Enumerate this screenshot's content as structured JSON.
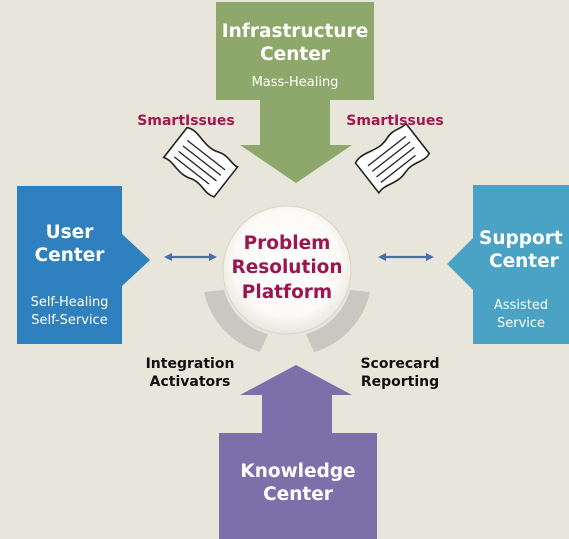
{
  "colors": {
    "background": "#e8e5db",
    "infrastructure": "#8da86a",
    "user": "#2f80be",
    "support": "#4aa2c4",
    "knowledge": "#7c70aa",
    "center_text": "#9b1650",
    "smartissues_text": "#a3174f",
    "connector_arrow": "#4a6fa6"
  },
  "center": {
    "line1": "Problem",
    "line2": "Resolution",
    "line3": "Platform"
  },
  "infrastructure": {
    "title_line1": "Infrastructure",
    "title_line2": "Center",
    "subtitle": "Mass-Healing"
  },
  "user": {
    "title_line1": "User",
    "title_line2": "Center",
    "sub_line1": "Self-Healing",
    "sub_line2": "Self-Service"
  },
  "support": {
    "title_line1": "Support",
    "title_line2": "Center",
    "sub_line1": "Assisted",
    "sub_line2": "Service"
  },
  "knowledge": {
    "title_line1": "Knowledge",
    "title_line2": "Center"
  },
  "smartissues": {
    "left": "SmartIssues",
    "right": "SmartIssues"
  },
  "integration": {
    "line1": "Integration",
    "line2": "Activators"
  },
  "scorecard": {
    "line1": "Scorecard",
    "line2": "Reporting"
  },
  "icons": [
    "document-icon",
    "double-arrow-icon"
  ]
}
